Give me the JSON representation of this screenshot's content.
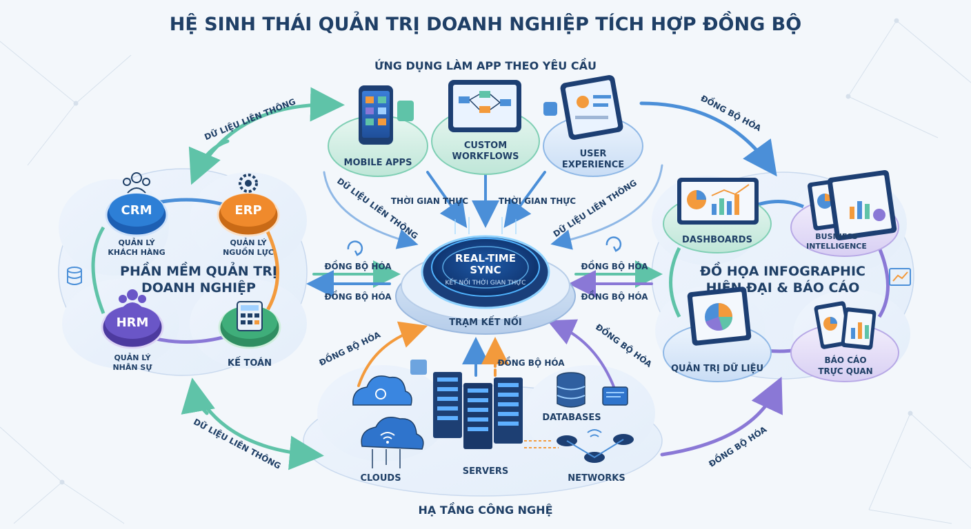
{
  "title": "HỆ SINH THÁI QUẢN TRỊ DOANH NGHIỆP TÍCH HỢP ĐỒNG BỘ",
  "top_section": {
    "title": "ỨNG DỤNG LÀM APP THEO YÊU CẦU",
    "items": [
      {
        "label": "MOBILE APPS",
        "icon": "smartphone-icon"
      },
      {
        "label_line1": "CUSTOM",
        "label_line2": "WORKFLOWS",
        "icon": "tablet-workflow-icon"
      },
      {
        "label_line1": "USER",
        "label_line2": "EXPERIENCE",
        "icon": "tablet-profile-icon"
      }
    ]
  },
  "left_section": {
    "title_line1": "PHẦN MỀM QUẢN TRỊ",
    "title_line2": "DOANH NGHIỆP",
    "modules": [
      {
        "name": "CRM",
        "desc_line1": "QUẢN LÝ",
        "desc_line2": "KHÁCH HÀNG",
        "color": "#2d7fd6"
      },
      {
        "name": "ERP",
        "desc_line1": "QUẢN LÝ",
        "desc_line2": "NGUỒN LỰC",
        "color": "#f08a2c"
      },
      {
        "name": "HRM",
        "desc_line1": "QUẢN LÝ",
        "desc_line2": "NHÂN SỰ",
        "color": "#6a56c7"
      },
      {
        "name": "KẾ TOÁN",
        "color": "#3fae7a"
      }
    ]
  },
  "right_section": {
    "title_line1": "ĐỒ HỌA INFOGRAPHIC",
    "title_line2": "HIỆN ĐẠI & BÁO CÁO",
    "items": [
      {
        "label": "DASHBOARDS"
      },
      {
        "label_line1": "BUSINESS",
        "label_line2": "INTELLIGENCE"
      },
      {
        "label": "QUẢN TRỊ DỮ LIỆU"
      },
      {
        "label_line1": "BÁO CÁO",
        "label_line2": "TRỰC QUAN"
      }
    ]
  },
  "bottom_section": {
    "title": "HẠ TẦNG CÔNG NGHỆ",
    "items": [
      {
        "label": "CLOUDS"
      },
      {
        "label": "SERVERS"
      },
      {
        "label": "DATABASES"
      },
      {
        "label": "NETWORKS"
      }
    ]
  },
  "hub": {
    "title_line1": "REAL-TIME",
    "title_line2": "SYNC",
    "subtitle": "KẾT NỐI THỜI GIAN THỰC",
    "base_label": "TRẠM KẾT NỐI"
  },
  "connectors": {
    "du_lieu_lien_thong": "DỮ LIỆU LIÊN THÔNG",
    "dong_bo_hoa_upper": "ĐỒNG BỘ HÓA",
    "dong_bo_hoa": "ĐỒNG BỘ HÓA",
    "thoi_gian_thuc": "THỜI GIAN THỰC"
  },
  "colors": {
    "title": "#1f3f66",
    "teal": "#5fc3a8",
    "blue": "#4b8fd8",
    "orange": "#f39a3c",
    "purple": "#8a78d6"
  }
}
